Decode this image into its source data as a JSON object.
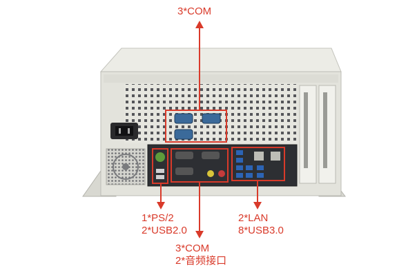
{
  "labels": {
    "top_com": "3*COM",
    "ps2": "1*PS/2",
    "usb2": "2*USB2.0",
    "bottom_com": "3*COM",
    "audio": "2*音频接口",
    "lan": "2*LAN",
    "usb3": "8*USB3.0"
  },
  "colors": {
    "accent": "#d93a2a",
    "chassis": "#e3e3dc",
    "io_panel": "#2d2f33"
  }
}
